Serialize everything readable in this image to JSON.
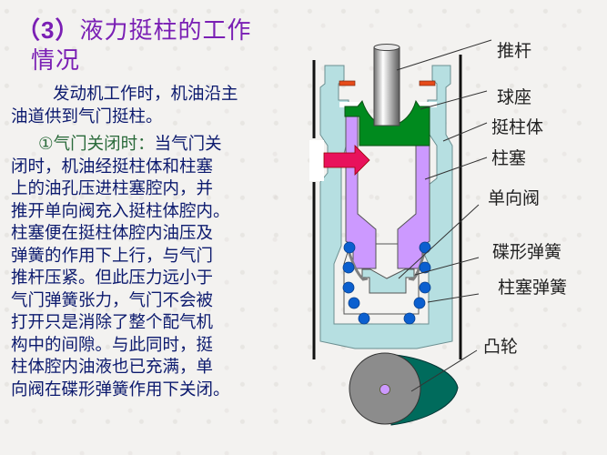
{
  "title": {
    "number": "（3）",
    "line1": "液力挺柱的工作",
    "line2": "情况"
  },
  "paragraph1": {
    "line1": "发动机工作时，机油沿主",
    "line2": "油道供到气门挺柱。"
  },
  "paragraph2": {
    "heading": "①气门关闭时：",
    "lines": [
      "当气门关",
      "闭时，机油经挺柱体和柱塞",
      "上的油孔压进柱塞腔内，并",
      "推开单向阀充入挺柱体腔内。",
      "柱塞便在挺柱体腔内油压及",
      "弹簧的作用下上行，与气门",
      "推杆压紧。但此压力远小于",
      "气门弹簧张力，气门不会被",
      "打开只是消除了整个配气机",
      "构中的间隙。与此同时，挺",
      "柱体腔内油液也已充满，单",
      "向阀在碟形弹簧作用下关闭。"
    ]
  },
  "diagram": {
    "labels": {
      "push_rod": "推杆",
      "ball_seat": "球座",
      "tappet_body": "挺柱体",
      "plunger": "柱塞",
      "check_valve": "单向阀",
      "disc_spring": "碟形弹簧",
      "plunger_spring": "柱塞弹簧",
      "cam": "凸轮"
    },
    "colors": {
      "tappet_body": "#b6dfe1",
      "plunger": "#cc99ff",
      "ball_seat": "#008a1e",
      "push_rod": "#b8b8b8",
      "oil_arrow": "#e8125c",
      "spring_coils": "#0b5fcf",
      "cam_base": "#8c8c8c",
      "cam_lobe": "#006b5c",
      "oil_hole_markers": "#e64a19"
    }
  }
}
